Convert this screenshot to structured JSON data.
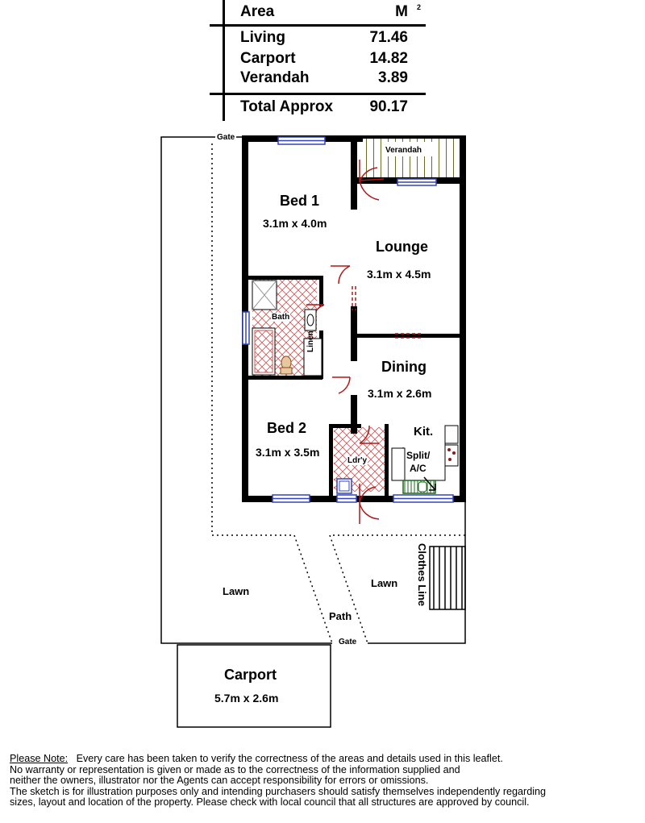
{
  "area_table": {
    "header_label": "Area",
    "header_unit": "M",
    "header_unit_sup": "2",
    "rows": [
      {
        "label": "Living",
        "value": "71.46"
      },
      {
        "label": "Carport",
        "value": "14.82"
      },
      {
        "label": "Verandah",
        "value": "3.89"
      }
    ],
    "total": {
      "label": "Total Approx",
      "value": "90.17"
    }
  },
  "rooms": {
    "verandah": "Verandah",
    "bed1": {
      "name": "Bed 1",
      "size": "3.1m x 4.0m"
    },
    "lounge": {
      "name": "Lounge",
      "size": "3.1m x 4.5m"
    },
    "bath": "Bath",
    "linen": "Linen",
    "dining": {
      "name": "Dining",
      "size": "3.1m x 2.6m"
    },
    "kitchen": "Kit.",
    "split_ac_1": "Split/",
    "split_ac_2": "A/C",
    "bed2": {
      "name": "Bed 2",
      "size": "3.1m x 3.5m"
    },
    "laundry": "Ldr'y",
    "carport": {
      "name": "Carport",
      "size": "5.7m x 2.6m"
    }
  },
  "outdoor": {
    "gate_top": "Gate",
    "gate_bottom": "Gate",
    "lawn_left": "Lawn",
    "lawn_right": "Lawn",
    "path": "Path",
    "clothes_line": "Clothes Line"
  },
  "note": {
    "title": "Please Note:",
    "line1": "Every care has been taken to verify the correctness of the areas and details used in this leaflet.",
    "line2": "No warranty or representation is given or made as to the correctness of the information supplied and",
    "line3": "neither the owners, illustrator nor the Agents can accept responsibility for errors or omissions.",
    "line4": "The sketch is for illustration purposes only and intending purchasers should satisfy themselves independently regarding",
    "line5": "sizes, layout and location of the property. Please check with local council that all structures are approved by council."
  },
  "colors": {
    "wall": "#000000",
    "window": "#3344bb",
    "door": "#b01818",
    "tile_hatch": "#cc5555",
    "verandah_hatch": "#6b6b2a",
    "sink": "#2a8a2a"
  }
}
